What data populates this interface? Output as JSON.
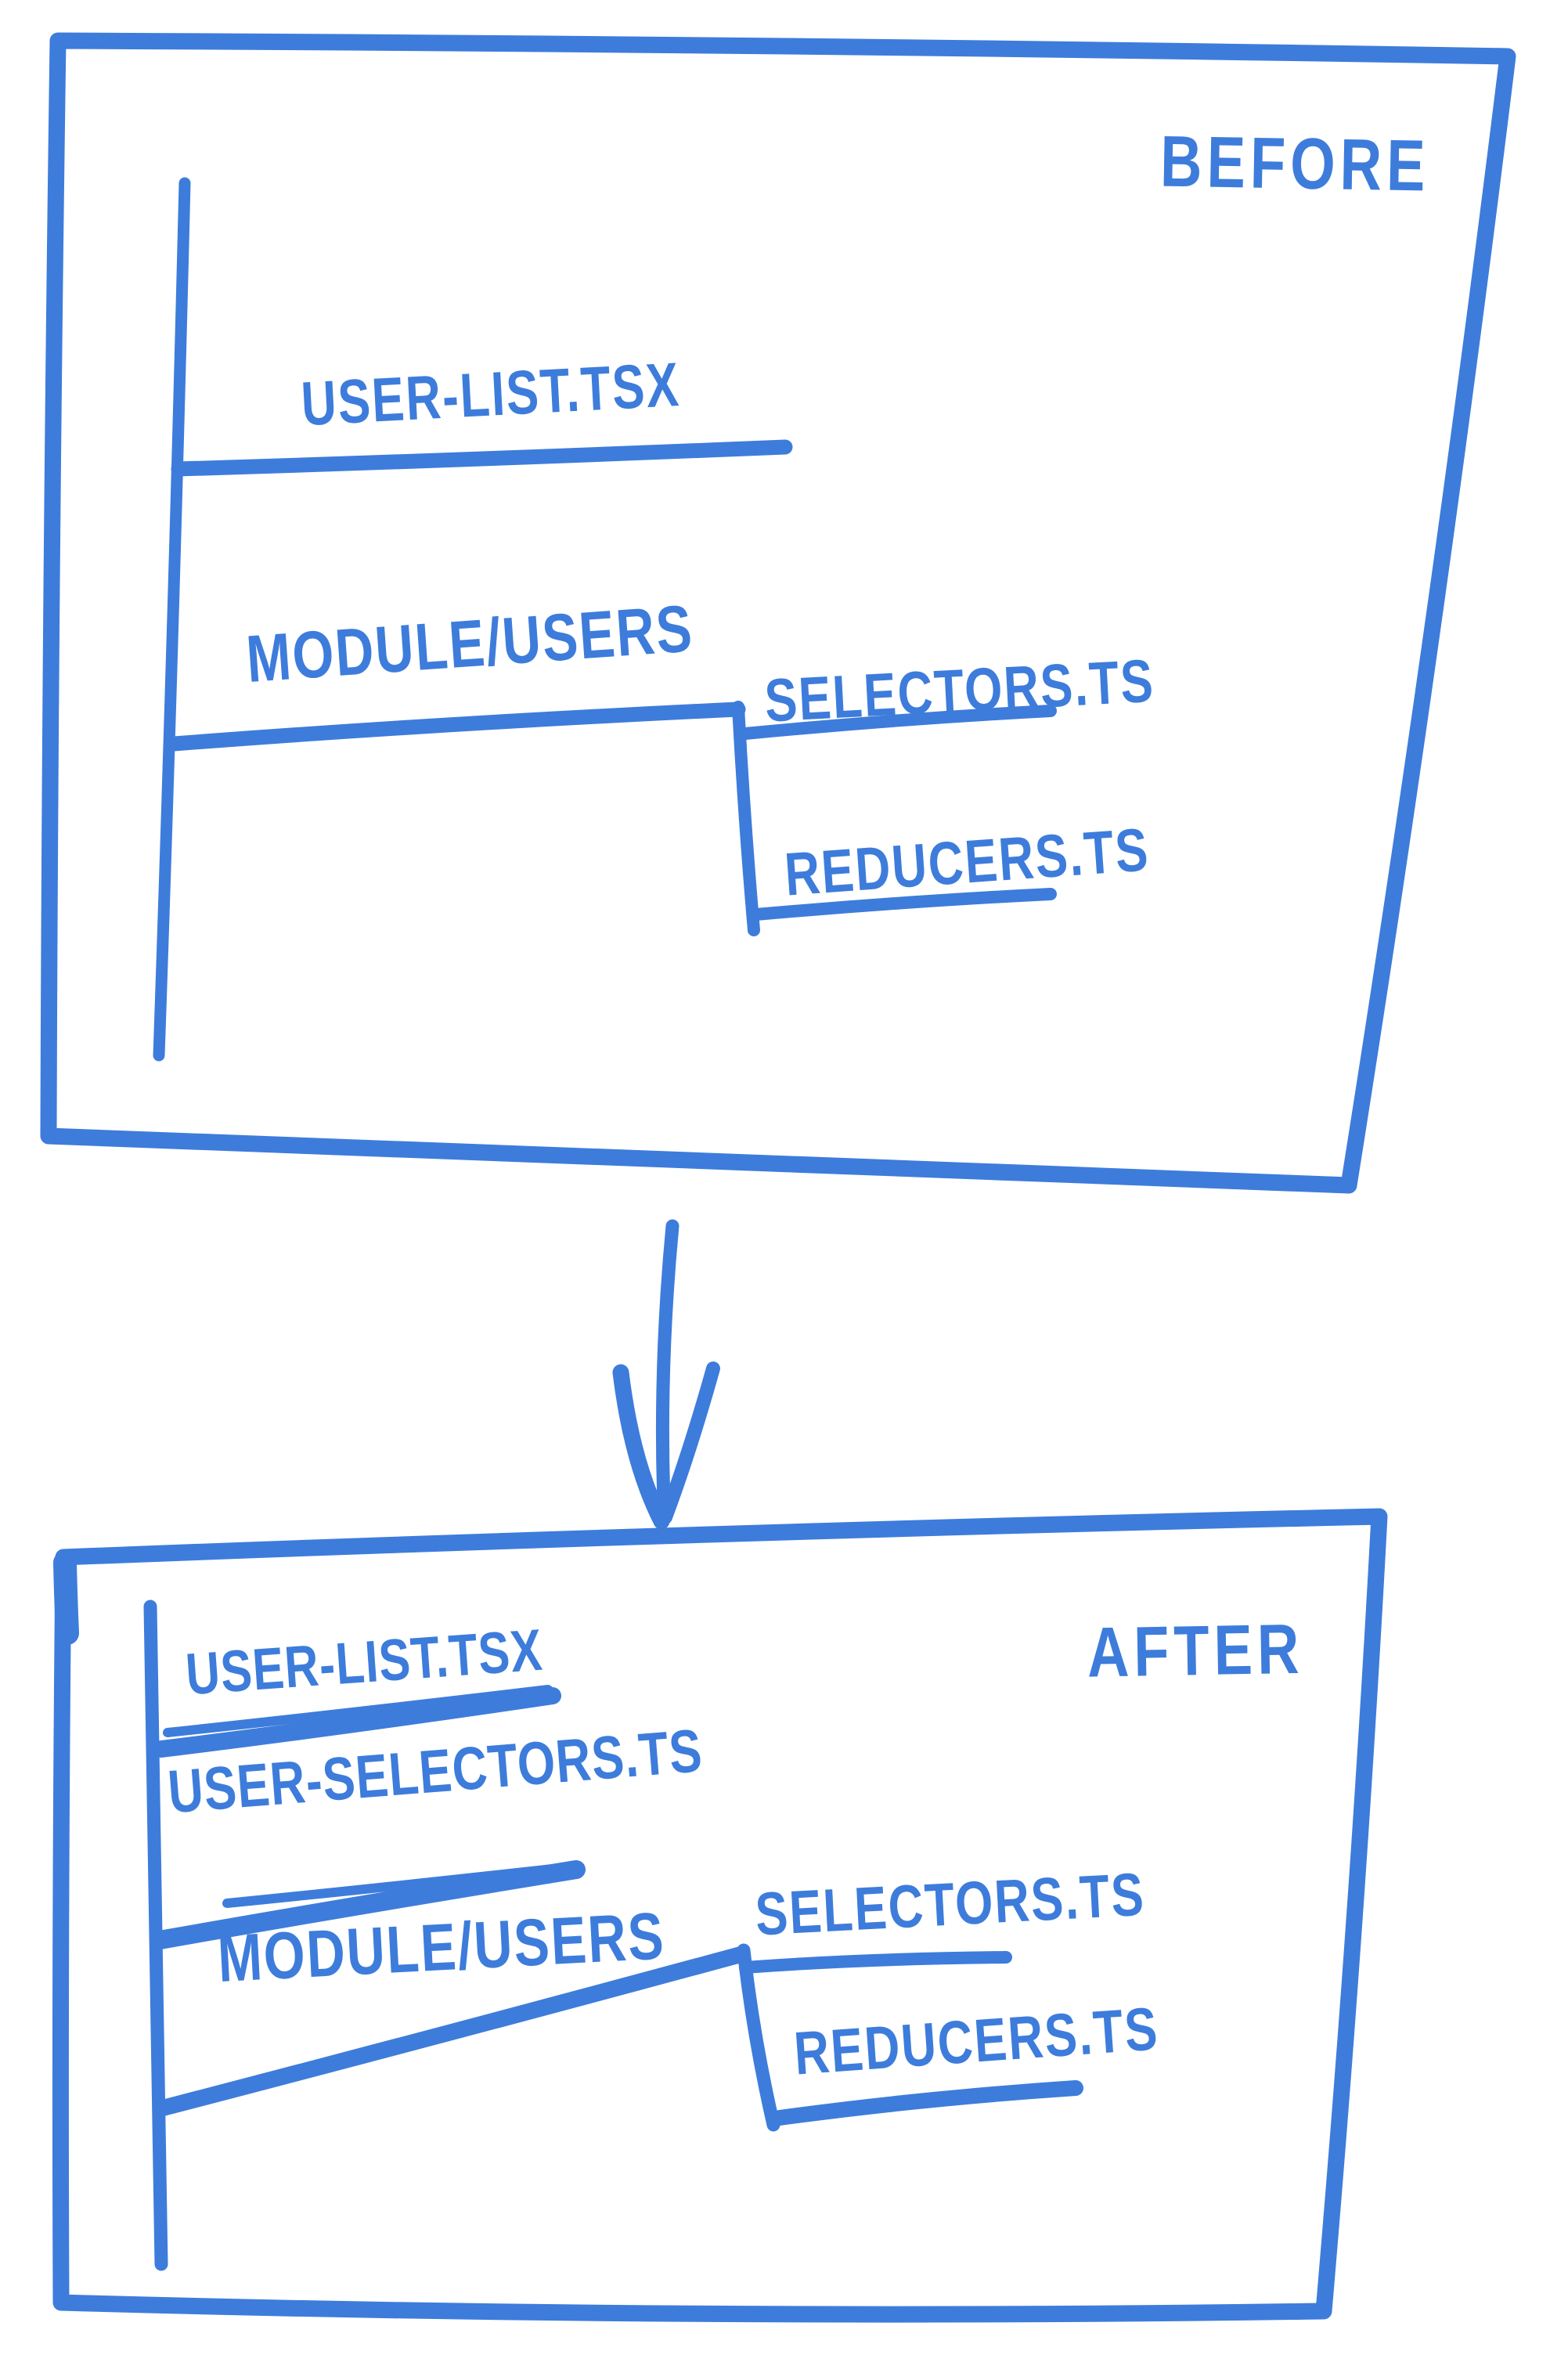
{
  "colors": {
    "ink": "#3d7cdb",
    "background": "#ffffff"
  },
  "before_panel": {
    "title": "BEFORE",
    "files": {
      "user_list": "USER-LIST.TSX",
      "module_users": "MODULE/USERS",
      "selectors": "SELECTORS.TS",
      "reducers": "REDUCERS.TS"
    }
  },
  "transition": {
    "arrow_icon": "down-arrow-icon"
  },
  "after_panel": {
    "title": "AFTER",
    "files": {
      "user_list": "USER-LIST.TSX",
      "user_selectors": "USER-SELECTORS.TS",
      "module_users": "MODULE/USERS",
      "selectors": "SELECTORS.TS",
      "reducers": "REDUCERS.TS"
    }
  }
}
